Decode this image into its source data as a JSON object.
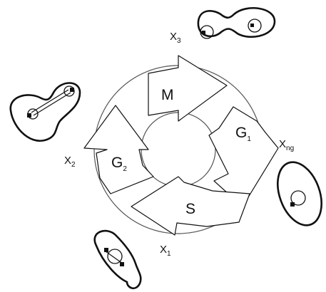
{
  "phases": {
    "m": "M",
    "g1_letter": "G",
    "g1_sub": "1",
    "g2_letter": "G",
    "g2_sub": "2",
    "s": "S"
  },
  "points": {
    "x3": {
      "letter": "X",
      "sub": "3"
    },
    "xng": {
      "letter": "X",
      "sub": "ng"
    },
    "x2": {
      "letter": "X",
      "sub": "2"
    },
    "x1": {
      "letter": "X",
      "sub": "1"
    }
  },
  "colors": {
    "outline": "#111111",
    "fill": "#ffffff",
    "ring": "#555555"
  }
}
